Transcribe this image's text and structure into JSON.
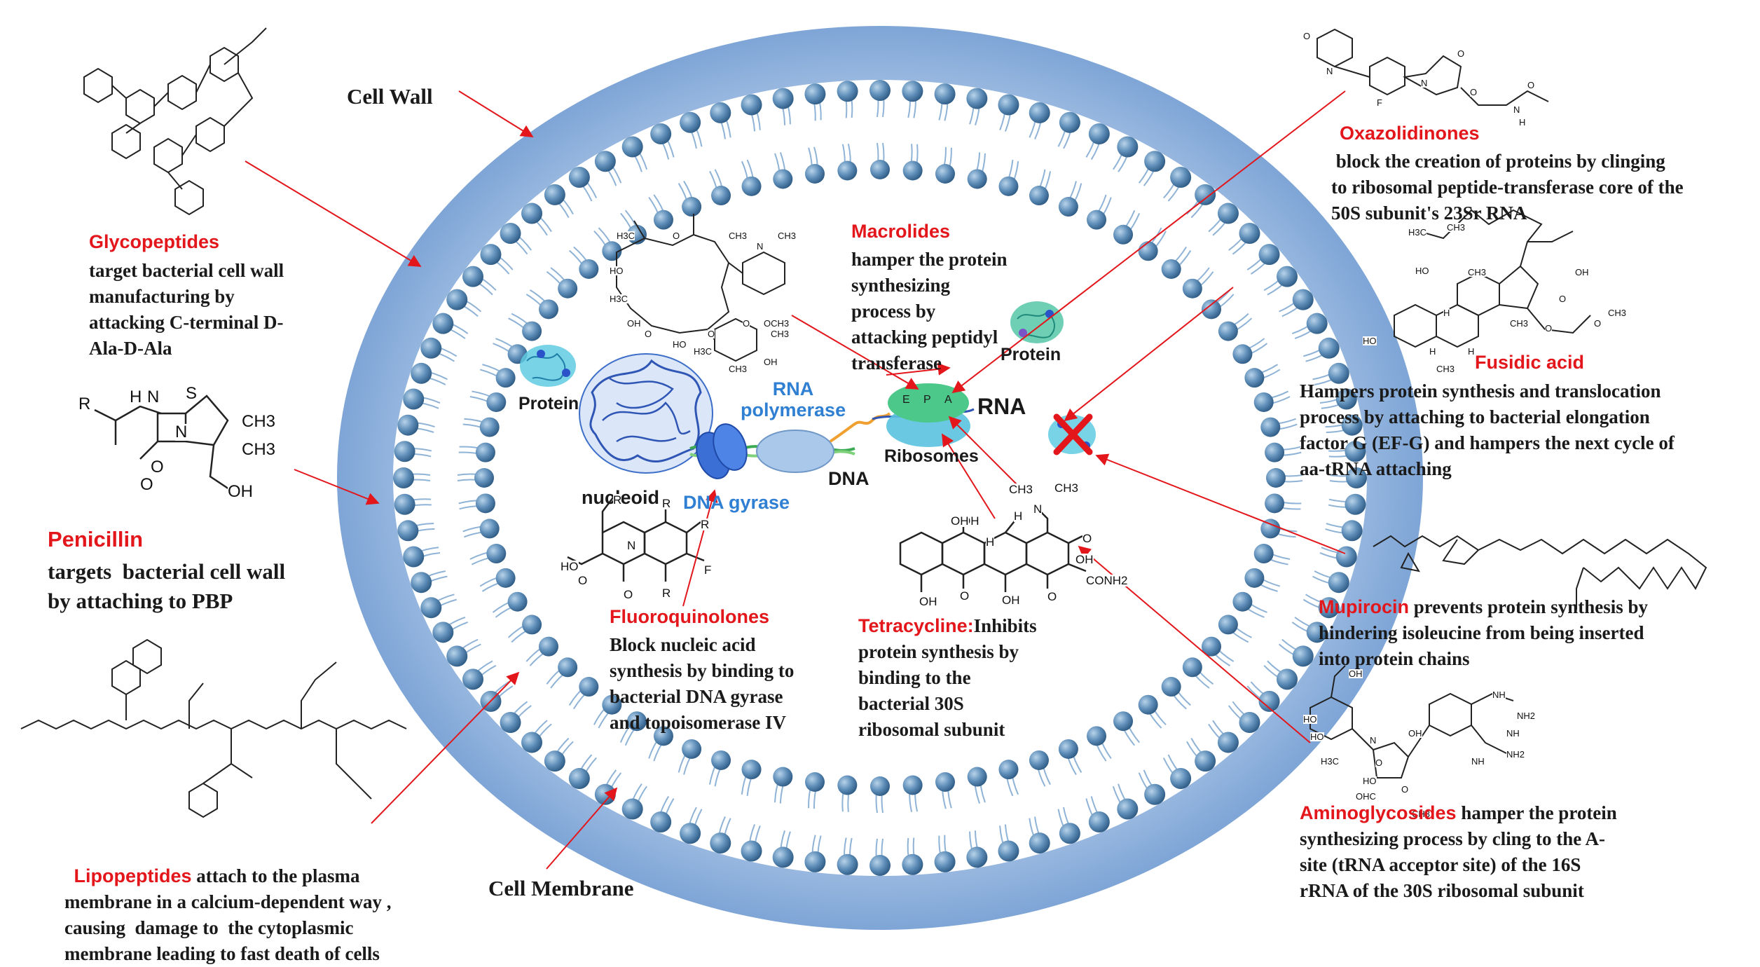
{
  "labels": {
    "cell_wall": "Cell Wall",
    "cell_membrane": "Cell Membrane",
    "protein_left": "Protein",
    "protein_right": "Protein",
    "rna_polymerase": "RNA\npolymerase",
    "rna": "RNA",
    "ribosomes": "Ribosomes",
    "nucleoid": "nucleoid",
    "dna_gyrase": "DNA gyrase",
    "dna": "DNA",
    "ribosome_sites": [
      "E",
      "P",
      "A"
    ]
  },
  "drugs": {
    "glycopeptides": {
      "name": "Glycopeptides",
      "desc": "target bacterial cell wall\nmanufacturing by\nattacking C-terminal D-\nAla-D-Ala"
    },
    "penicillin": {
      "name": "Penicillin",
      "desc": "targets  bacterial cell wall\nby attaching to PBP"
    },
    "lipopeptides": {
      "name": "Lipopeptides",
      "desc": " attach to the plasma\nmembrane in a calcium-dependent way ,\ncausing  damage to  the cytoplasmic\nmembrane leading to fast death of cells"
    },
    "macrolides": {
      "name": "Macrolides",
      "desc": "hamper the protein\nsynthesizing\nprocess by\nattacking peptidyl\ntransferase"
    },
    "fluoroquinolones": {
      "name": "Fluoroquinolones",
      "desc": "Block nucleic acid\nsynthesis by binding to\nbacterial DNA gyrase\nand topoisomerase IV"
    },
    "tetracycline": {
      "name": "Tetracycline:",
      "desc_first": "Inhibits",
      "desc": "protein synthesis by\nbinding to the\nbacterial 30S\nribosomal subunit"
    },
    "oxazolidinones": {
      "name": "Oxazolidinones",
      "desc": " block the creation of proteins by clinging\nto ribosomal peptide-transferase core of the\n50S subunit's 23Sr RNA"
    },
    "fusidic_acid": {
      "name": "Fusidic acid",
      "desc": "Hampers protein synthesis and translocation\nprocess by attaching to bacterial elongation\nfactor G (EF-G) and hampers the next cycle of\naa-tRNA attaching"
    },
    "mupirocin": {
      "name": "Mupirocin",
      "desc": " prevents protein synthesis by\nhindering isoleucine from being inserted\ninto protein chains"
    },
    "aminoglycosides": {
      "name": "Aminoglycosides",
      "desc": " hamper the protein\nsynthesizing process by cling to the A-\nsite (tRNA acceptor site) of the 16S\nrRNA of the 30S ribosomal subunit"
    }
  },
  "structure_labels": {
    "penicillin": [
      "R",
      "H",
      "N",
      "S",
      "CH3",
      "CH3",
      "N",
      "O",
      "O",
      "OH"
    ],
    "fusidic_acid": [
      "H3C",
      "CH3",
      "OH",
      "HO",
      "CH3",
      "O",
      "H",
      "CH3",
      "HO",
      "H",
      "CH3",
      "O",
      "CH3",
      "H",
      "O"
    ],
    "oxazolidinone": [
      "N",
      "O",
      "F",
      "N",
      "O",
      "O",
      "N",
      "H",
      "O"
    ],
    "fluoroquinolone": [
      "R",
      "R",
      "R",
      "HO",
      "N",
      "O",
      "O",
      "F",
      "R"
    ],
    "tetracycline": [
      "CH3",
      "CH3",
      "N",
      "H",
      "H",
      "OH",
      "OH",
      "OH",
      "O",
      "OH",
      "O",
      "O",
      "CONH2",
      "OH"
    ],
    "aminoglycoside": [
      "OH",
      "HO",
      "HO",
      "N",
      "H3C",
      "O",
      "HO",
      "OHC",
      "O",
      "OH",
      "CH3",
      "NH",
      "NH2",
      "NH",
      "NH2",
      "NH"
    ],
    "macrolide": [
      "H3C",
      "O",
      "CH3",
      "HO",
      "N",
      "CH3",
      "H3C",
      "OH",
      "O",
      "HO",
      "H3C",
      "O",
      "O",
      "OCH3",
      "CH3",
      "OH",
      "CH3"
    ]
  },
  "colors": {
    "cell_wall": "#8fb2de",
    "lipid_head": "#5a87b0",
    "drug_name": "#e3161b",
    "arrow": "#e3161b",
    "label_blue": "#2f7fd3",
    "ribosome": "#4cc98a"
  }
}
